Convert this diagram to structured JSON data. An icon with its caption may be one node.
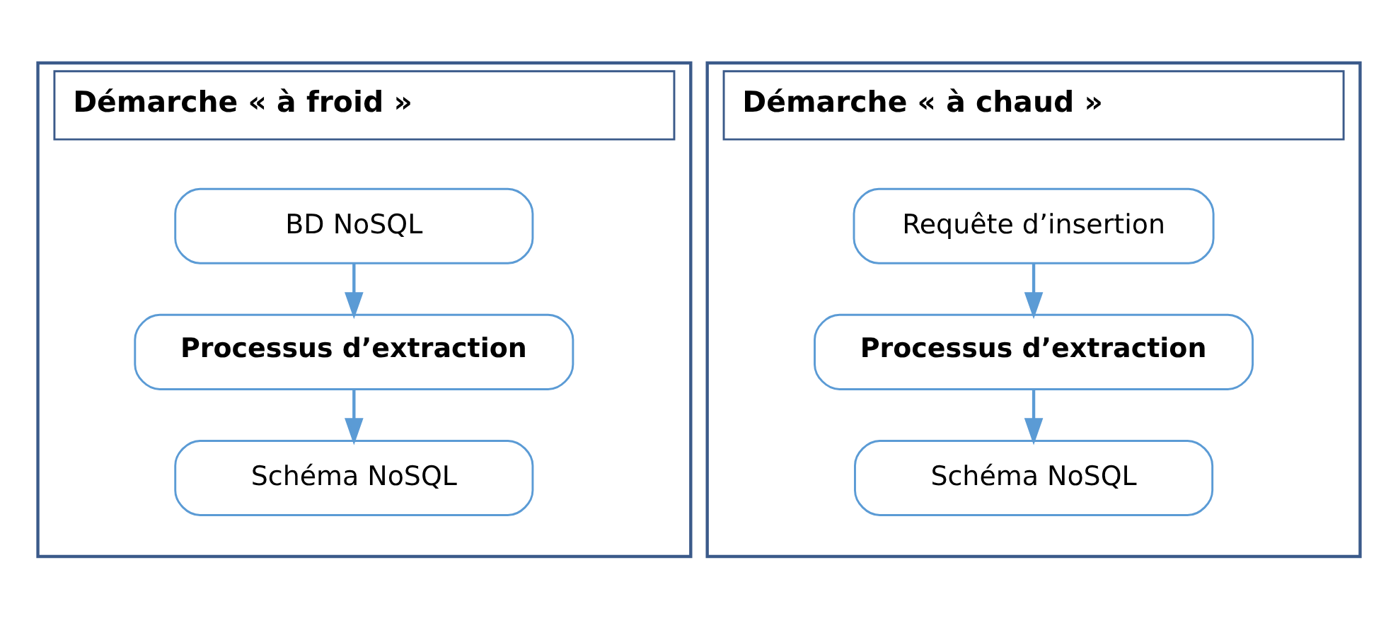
{
  "diagram": {
    "nodes": [
      {
        "text": [
          "Démarche « à froid »"
        ]
      },
      {
        "text": [
          "BD NoSQL"
        ],
        "in": 0
      },
      {
        "text": [
          "Processus d’extraction"
        ],
        "in": 0
      },
      {
        "text": [
          "Schéma NoSQL"
        ],
        "in": 0
      },
      {
        "text": [
          "Démarche « à chaud »"
        ]
      },
      {
        "text": [
          "Requête d’insertion"
        ],
        "in": 4
      },
      {
        "text": [
          "Processus d’extraction"
        ],
        "in": 4
      },
      {
        "text": [
          "Schéma NoSQL"
        ],
        "in": 4
      }
    ],
    "edges": [
      {
        "from": 1,
        "to": 2,
        "arrow": "to"
      },
      {
        "from": 2,
        "to": 3,
        "arrow": "to"
      },
      {
        "from": 5,
        "to": 6,
        "arrow": "to"
      },
      {
        "from": 6,
        "to": 7,
        "arrow": "to"
      }
    ]
  }
}
